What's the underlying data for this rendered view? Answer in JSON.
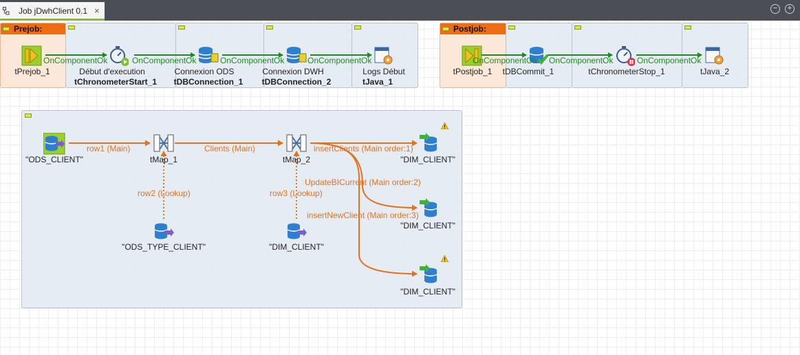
{
  "tab": {
    "title": "Job jDwhClient 0.1",
    "close": "×"
  },
  "window_controls": {
    "minimize": "−",
    "maximize": "+"
  },
  "prejob": {
    "header": "Prejob:",
    "components": [
      {
        "label": "tPrejob_1",
        "name": ""
      },
      {
        "label": "Début d'execution",
        "name": "tChronometerStart_1"
      },
      {
        "label": "Connexion ODS",
        "name": "tDBConnection_1"
      },
      {
        "label": "Connexion DWH",
        "name": "tDBConnection_2"
      },
      {
        "label": "Logs Début",
        "name": "tJava_1"
      }
    ],
    "triggers": [
      "OnComponentOk",
      "OnComponentOk",
      "OnComponentOk",
      "OnComponentOk"
    ]
  },
  "postjob": {
    "header": "Postjob:",
    "components": [
      {
        "label": "tPostjob_1"
      },
      {
        "label": "tDBCommit_1"
      },
      {
        "label": "tChronometerStop_1"
      },
      {
        "label": "tJava_2"
      }
    ],
    "triggers": [
      "OnComponentOk",
      "OnComponentOk",
      "OnComponentOk"
    ]
  },
  "flow": {
    "components": {
      "ods_client": "\"ODS_CLIENT\"",
      "tmap1": "tMap_1",
      "tmap2": "tMap_2",
      "ods_type_client": "\"ODS_TYPE_CLIENT\"",
      "dim_client_lookup": "\"DIM_CLIENT\"",
      "dim_client_out1": "\"DIM_CLIENT\"",
      "dim_client_out2": "\"DIM_CLIENT\"",
      "dim_client_out3": "\"DIM_CLIENT\""
    },
    "links": {
      "row1": "row1 (Main)",
      "clients": "Clients (Main)",
      "row2": "row2 (Lookup)",
      "row3": "row3 (Lookup)",
      "insert_clients": "insertClients (Main order:1)",
      "update_bi": "UpdateBICurrent (Main order:2)",
      "insert_new": "insertNewClient (Main order:3)"
    }
  },
  "colors": {
    "trigger": "#1f8a1f",
    "main_link": "#e3721d",
    "subjob_header": "#ec6d14",
    "tab_accent": "#8bb93d"
  }
}
